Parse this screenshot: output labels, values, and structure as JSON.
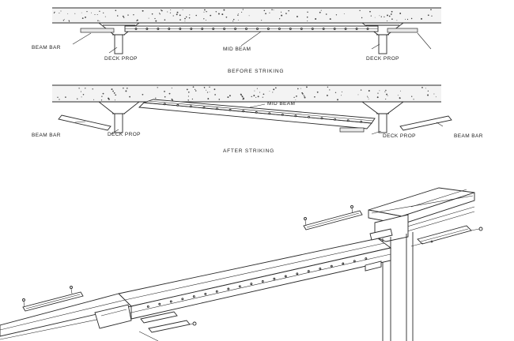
{
  "before": {
    "left_beam_bar": "BEAM BAR",
    "left_prop": "DECK PROP",
    "mid_beam": "MID BEAM",
    "right_prop": "DECK PROP",
    "caption": "BEFORE STRIKING"
  },
  "after": {
    "left_beam_bar": "BEAM BAR",
    "left_prop": "DECK PROP",
    "mid_beam": "MID BEAM",
    "right_prop": "DECK PROP",
    "right_beam_bar": "BEAM BAR",
    "caption": "AFTER STRIKING"
  }
}
